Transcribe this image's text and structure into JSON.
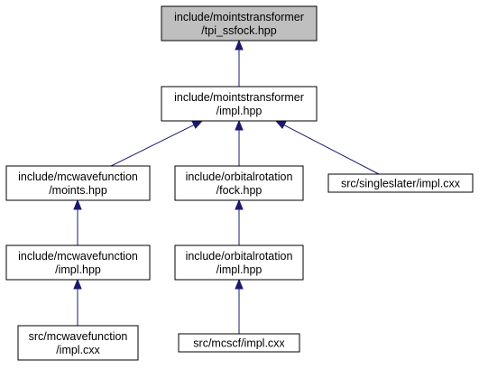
{
  "diagram": {
    "nodes": {
      "tpi_ssfock": {
        "lines": [
          "include/mointstransformer",
          "/tpi_ssfock.hpp"
        ],
        "highlighted": true
      },
      "mointstransformer_impl": {
        "lines": [
          "include/mointstransformer",
          "/impl.hpp"
        ]
      },
      "mcwavefunction_moints": {
        "lines": [
          "include/mcwavefunction",
          "/moints.hpp"
        ]
      },
      "orbitalrotation_fock": {
        "lines": [
          "include/orbitalrotation",
          "/fock.hpp"
        ]
      },
      "singleslater_impl_cxx": {
        "lines": [
          "src/singleslater/impl.cxx"
        ]
      },
      "mcwavefunction_impl": {
        "lines": [
          "include/mcwavefunction",
          "/impl.hpp"
        ]
      },
      "orbitalrotation_impl": {
        "lines": [
          "include/orbitalrotation",
          "/impl.hpp"
        ]
      },
      "mcwavefunction_impl_cxx": {
        "lines": [
          "src/mcwavefunction",
          "/impl.cxx"
        ]
      },
      "mcscf_impl_cxx": {
        "lines": [
          "src/mcscf/impl.cxx"
        ]
      }
    },
    "edges": [
      {
        "from": "mointstransformer_impl",
        "to": "tpi_ssfock"
      },
      {
        "from": "mcwavefunction_moints",
        "to": "mointstransformer_impl"
      },
      {
        "from": "orbitalrotation_fock",
        "to": "mointstransformer_impl"
      },
      {
        "from": "singleslater_impl_cxx",
        "to": "mointstransformer_impl"
      },
      {
        "from": "mcwavefunction_impl",
        "to": "mcwavefunction_moints"
      },
      {
        "from": "orbitalrotation_impl",
        "to": "orbitalrotation_fock"
      },
      {
        "from": "mcwavefunction_impl_cxx",
        "to": "mcwavefunction_impl"
      },
      {
        "from": "mcscf_impl_cxx",
        "to": "orbitalrotation_impl"
      }
    ],
    "colors": {
      "edge": "#191970",
      "highlight_fill": "#bfbfbf",
      "node_fill": "#ffffff",
      "border": "#000000"
    }
  }
}
